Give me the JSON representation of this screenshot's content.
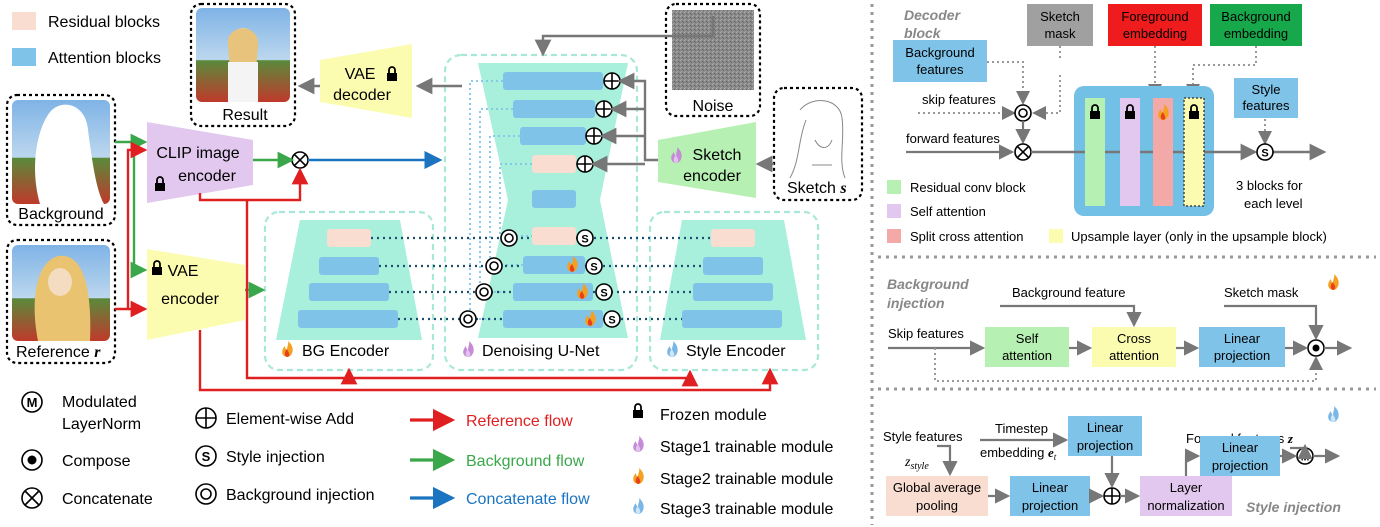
{
  "legend_top": {
    "residual": "Residual blocks",
    "attention": "Attention blocks"
  },
  "main": {
    "result": "Result",
    "vae_decoder": [
      "VAE",
      "decoder"
    ],
    "noise": "Noise",
    "sketch_label": "Sketch",
    "sketch_symbol": "s",
    "sketch_encoder": [
      "Sketch",
      "encoder"
    ],
    "background": "Background",
    "reference_label": "Reference",
    "reference_symbol": "r",
    "clip_encoder": [
      "CLIP image",
      "encoder"
    ],
    "vae_encoder": [
      "VAE",
      "encoder"
    ],
    "bg_encoder": "BG Encoder",
    "unet": "Denoising U-Net",
    "style_encoder": "Style Encoder"
  },
  "legend_bottom": {
    "modulated": [
      "Modulated",
      "LayerNorm"
    ],
    "compose": "Compose",
    "concatenate": "Concatenate",
    "element_add": "Element-wise Add",
    "style_injection": "Style injection",
    "background_injection": "Background injection",
    "reference_flow": "Reference flow",
    "background_flow": "Background flow",
    "concatenate_flow": "Concatenate flow",
    "frozen": "Frozen module",
    "stage1": "Stage1 trainable module",
    "stage2": "Stage2 trainable module",
    "stage3": "Stage3 trainable module"
  },
  "decoder": {
    "title": [
      "Decoder",
      "block"
    ],
    "sketch_mask": [
      "Sketch",
      "mask"
    ],
    "fg_embedding": [
      "Foreground",
      "embedding"
    ],
    "bg_embedding": [
      "Background",
      "embedding"
    ],
    "bg_features": [
      "Background",
      "features"
    ],
    "skip_features": "skip features",
    "forward_features": "forward features",
    "style_features": [
      "Style",
      "features"
    ],
    "blocks_note": [
      "3 blocks for",
      "each level"
    ],
    "leg_residual": "Residual conv block",
    "leg_self": "Self attention",
    "leg_split": "Split cross attention",
    "leg_upsample": "Upsample layer (only in the upsample block)"
  },
  "bg_injection": {
    "title": [
      "Background",
      "injection"
    ],
    "bg_feature": "Background feature",
    "sketch_mask": "Sketch mask",
    "skip_features": "Skip features",
    "self_attention": [
      "Self",
      "attention"
    ],
    "cross_attention": [
      "Cross",
      "attention"
    ],
    "linear_projection": [
      "Linear",
      "projection"
    ]
  },
  "style_injection": {
    "title": "Style injection",
    "style_features": "Style features",
    "z_style": "z",
    "z_style_sub": "style",
    "timestep": [
      "Timestep",
      "embedding"
    ],
    "e_t": "e",
    "e_t_sub": "t",
    "forward_features": "Forward features",
    "z": "z",
    "gap": [
      "Global average",
      "pooling"
    ],
    "linear1": [
      "Linear",
      "projection"
    ],
    "linear2": [
      "Linear",
      "projection"
    ],
    "linear3": [
      "Linear",
      "projection"
    ],
    "layer_norm": [
      "Layer",
      "normalization"
    ]
  },
  "colors": {
    "residual": "#f9ddd0",
    "attention": "#7fc3e8",
    "reference_flow": "#e02020",
    "background_flow": "#3aa84a",
    "concatenate_flow": "#1a74c0",
    "green_block": "#b6f0b2",
    "purple_block": "#e2c8ee",
    "red_block": "#f4a9a9",
    "yellow_block": "#fbfcb0",
    "teal_fill": "#a8f0dc"
  }
}
